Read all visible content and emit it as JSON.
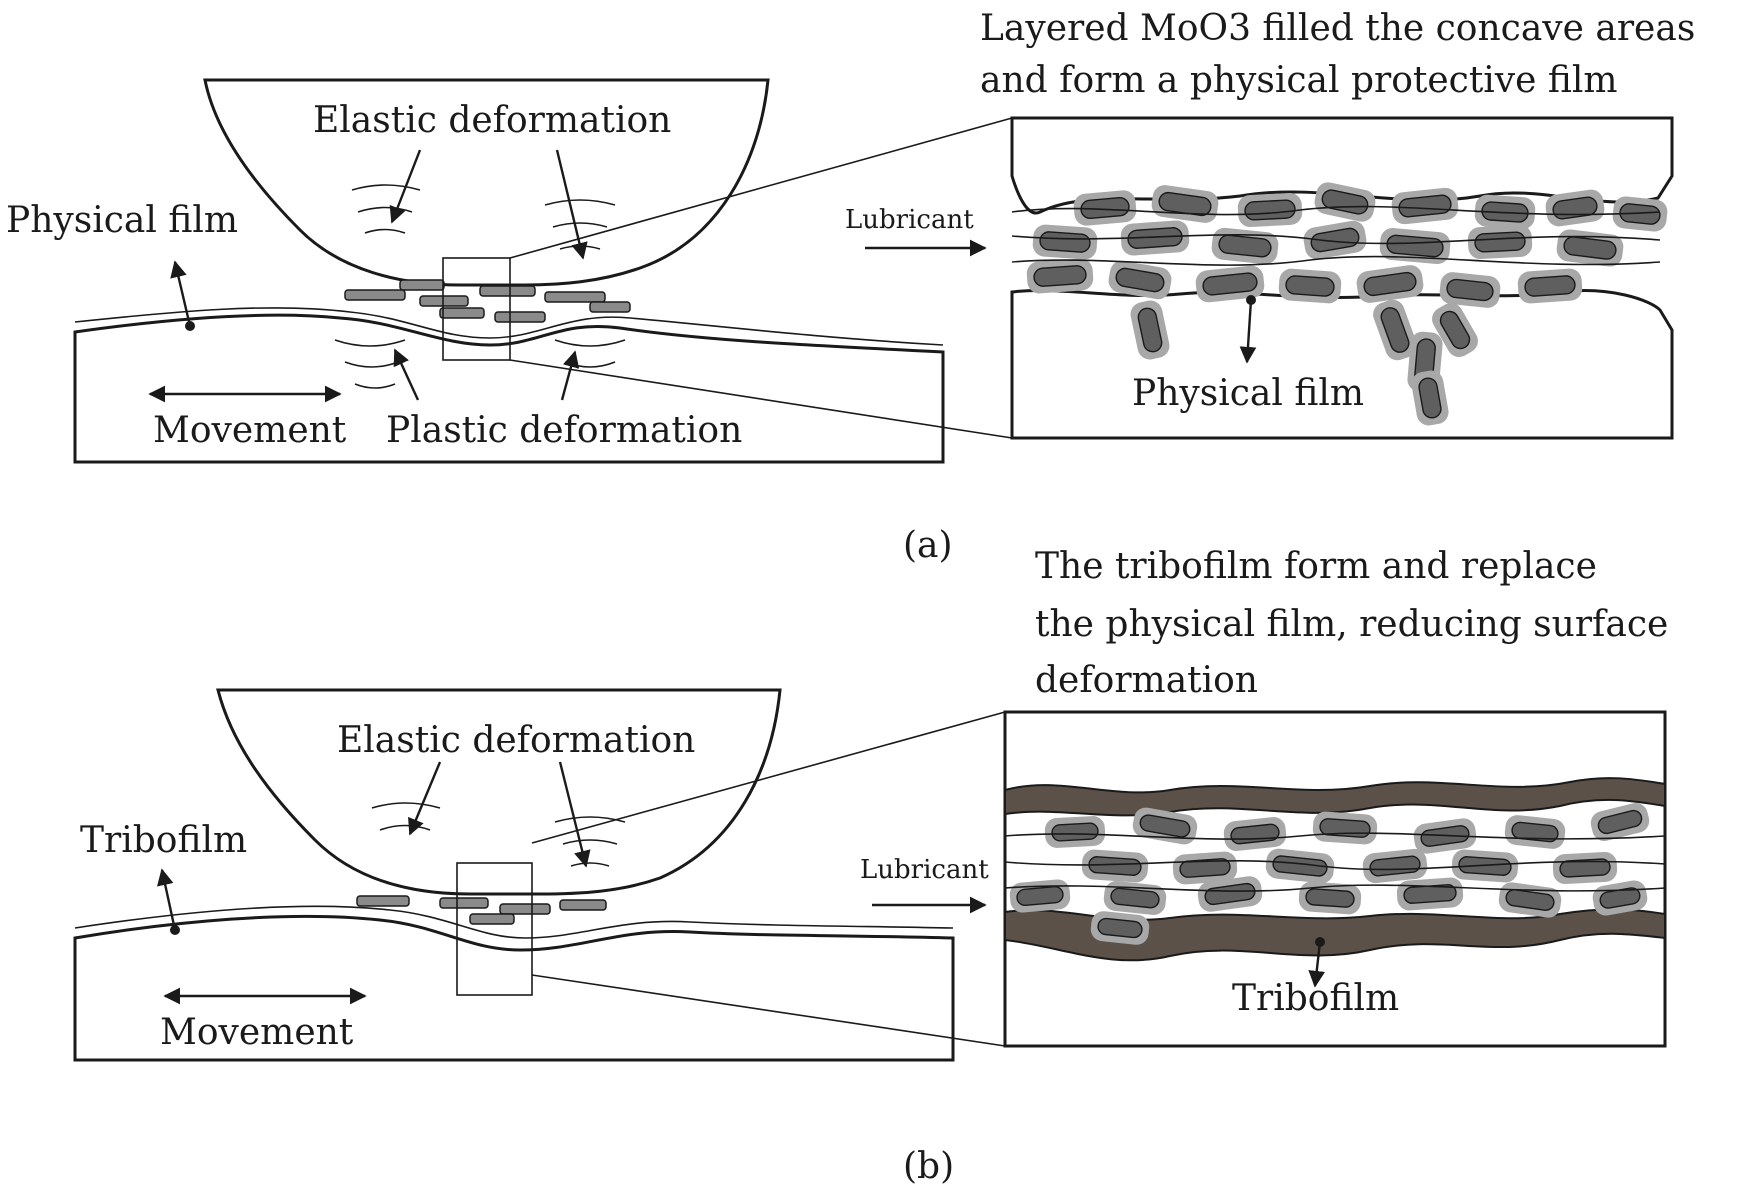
{
  "panel_a": {
    "caption": "(a)",
    "elastic_label": "Elastic deformation",
    "film_label": "Physical film",
    "movement_label": "Movement",
    "plastic_label": "Plastic deformation",
    "lubricant_label": "Lubricant",
    "annotation_line1": "Layered MoO3 filled the concave areas",
    "annotation_line2": "and form a physical protective film",
    "zoom_film_label": "Physical film"
  },
  "panel_b": {
    "caption": "(b)",
    "elastic_label": "Elastic deformation",
    "film_label": "Tribofilm",
    "movement_label": "Movement",
    "lubricant_label": "Lubricant",
    "annotation_line1": "The tribofilm form and replace",
    "annotation_line2": "the physical film, reducing surface",
    "annotation_line3": "deformation",
    "zoom_film_label": "Tribofilm"
  },
  "colors": {
    "particle": "#5f5f5f",
    "particle_halo": "#a8a8a8",
    "tribofilm": "#5b5149",
    "outline": "#1a1a1a"
  }
}
